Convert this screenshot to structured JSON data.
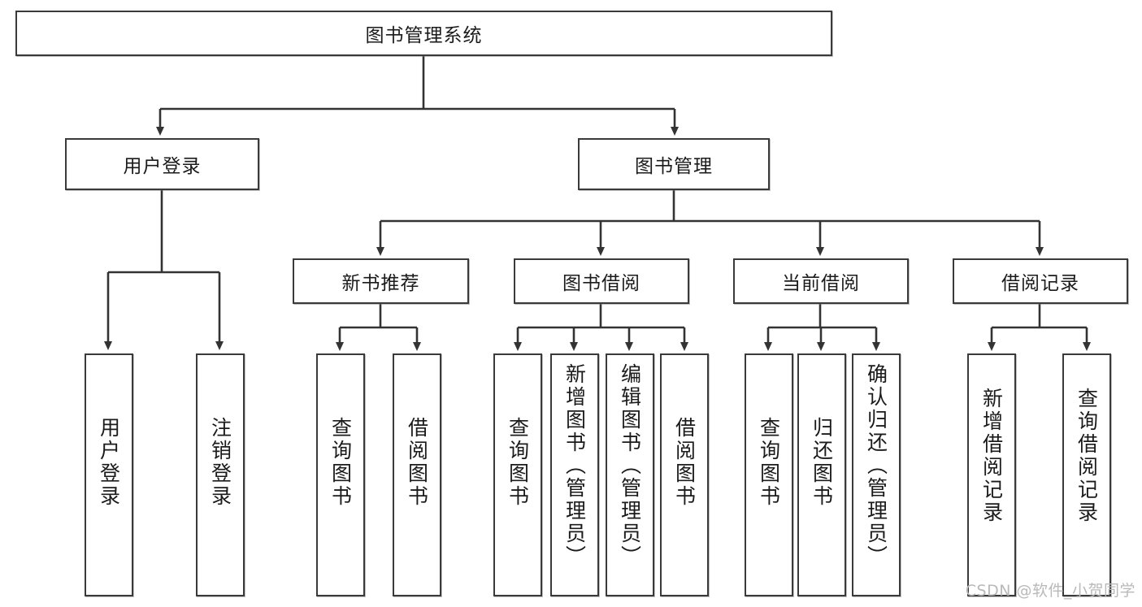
{
  "diagram": {
    "title": "图书管理系统",
    "type": "hierarchy-tree",
    "root": {
      "label": "图书管理系统"
    },
    "level1": [
      {
        "id": "user-login",
        "label": "用户登录"
      },
      {
        "id": "book-manage",
        "label": "图书管理"
      }
    ],
    "level2": [
      {
        "id": "new-book-recommend",
        "label": "新书推荐",
        "parent": "book-manage"
      },
      {
        "id": "book-borrow",
        "label": "图书借阅",
        "parent": "book-manage"
      },
      {
        "id": "current-borrow",
        "label": "当前借阅",
        "parent": "book-manage"
      },
      {
        "id": "borrow-record",
        "label": "借阅记录",
        "parent": "book-manage"
      }
    ],
    "leaves": {
      "user-login": [
        {
          "id": "leaf-user-login",
          "label": "用户登录"
        },
        {
          "id": "leaf-logout",
          "label": "注销登录"
        }
      ],
      "new-book-recommend": [
        {
          "id": "leaf-query-book-1",
          "label": "查询图书"
        },
        {
          "id": "leaf-borrow-book-1",
          "label": "借阅图书"
        }
      ],
      "book-borrow": [
        {
          "id": "leaf-query-book-2",
          "label": "查询图书"
        },
        {
          "id": "leaf-add-book",
          "label": "新增图书（管理员）"
        },
        {
          "id": "leaf-edit-book",
          "label": "编辑图书（管理员）"
        },
        {
          "id": "leaf-borrow-book-2",
          "label": "借阅图书"
        }
      ],
      "current-borrow": [
        {
          "id": "leaf-query-book-3",
          "label": "查询图书"
        },
        {
          "id": "leaf-return-book",
          "label": "归还图书"
        },
        {
          "id": "leaf-confirm-return",
          "label": "确认归还（管理员）"
        }
      ],
      "borrow-record": [
        {
          "id": "leaf-add-record",
          "label": "新增借阅记录"
        },
        {
          "id": "leaf-query-record",
          "label": "查询借阅记录"
        }
      ]
    }
  },
  "watermark": {
    "text": "CSDN @软件_小贺同学"
  },
  "colors": {
    "box_border": "#3a3a3a",
    "box_fill": "#ffffff",
    "line": "#333333",
    "text": "#1b1b1b",
    "watermark": "#b9b9b9",
    "background": "#ffffff"
  }
}
